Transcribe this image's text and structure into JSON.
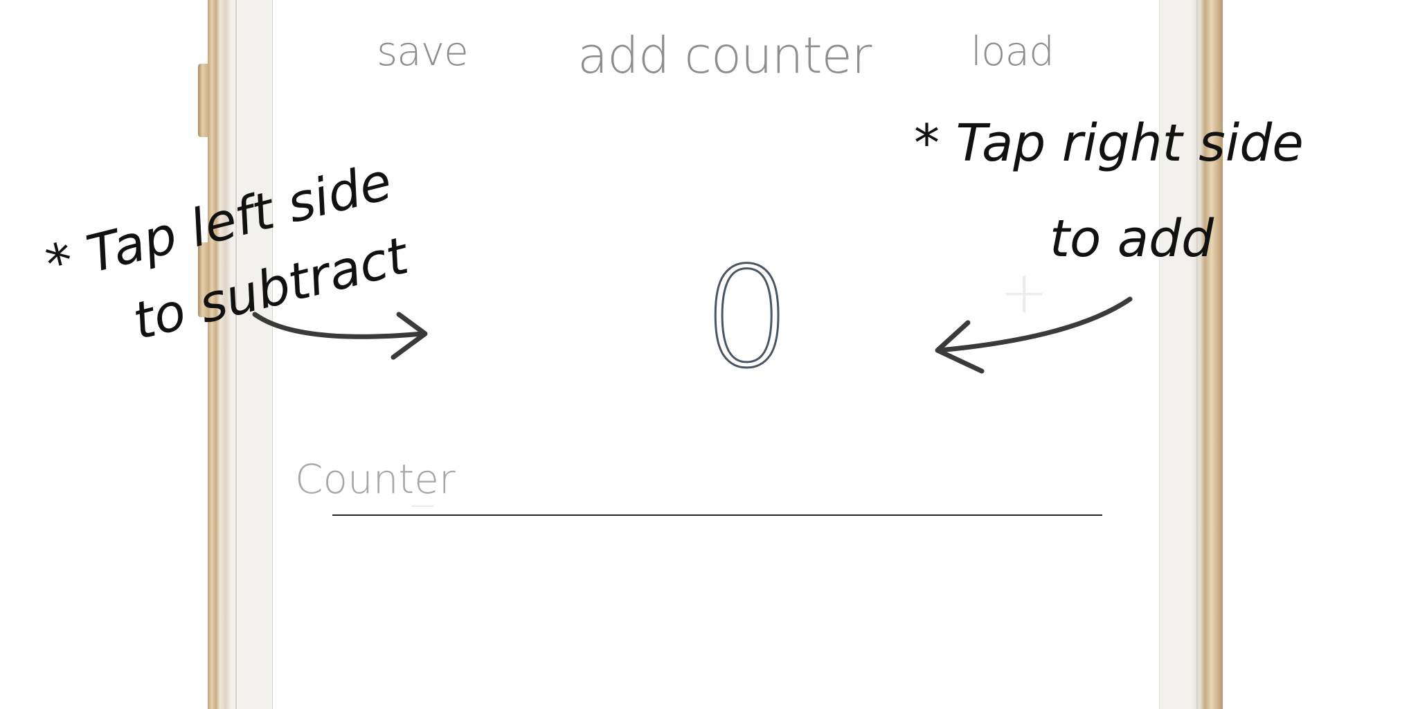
{
  "toolbar": {
    "save_label": "save",
    "add_counter_label": "add counter",
    "load_label": "load"
  },
  "counter": {
    "value": "0",
    "decrement_symbol": "−",
    "increment_symbol": "+"
  },
  "counter_name": {
    "value": "",
    "placeholder": "Counter"
  },
  "annotations": {
    "left_line1": "* Tap left side",
    "left_line2": "to subtract",
    "right_line1": "* Tap right side",
    "right_line2": "to add"
  },
  "colors": {
    "toolbar_text": "#8d8d8d",
    "counter_digit_outline": "#4a5563",
    "annotation_ink": "#111111",
    "arrow": "#3a3a3a",
    "phone_gold": "#c9ab80"
  }
}
